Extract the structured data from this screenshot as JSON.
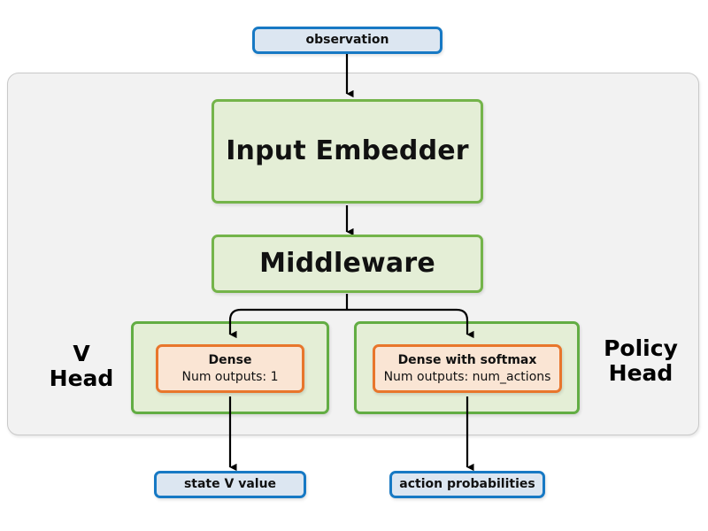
{
  "diagram": {
    "title": "",
    "colors": {
      "background": "#ffffff",
      "panel_fill": "#f2f2f2",
      "panel_border": "#c9c9c9",
      "io_fill": "#dce6f1",
      "io_border": "#1779c4",
      "green_fill": "#e4eed6",
      "green_border": "#74b44a",
      "group_border": "#62ad43",
      "orange_fill": "#fae5d4",
      "orange_border": "#e8762c",
      "arrow": "#000000"
    },
    "inputs": [
      {
        "id": "observation",
        "label": "observation"
      }
    ],
    "stages": [
      {
        "id": "input-embedder",
        "label": "Input Embedder"
      },
      {
        "id": "middleware",
        "label": "Middleware"
      }
    ],
    "heads": [
      {
        "id": "v-head",
        "caption": "V\nHead",
        "node": {
          "id": "dense",
          "title": "Dense",
          "subtitle": "Num outputs: 1"
        },
        "output": {
          "id": "state-v-value",
          "label": "state V value"
        }
      },
      {
        "id": "policy-head",
        "caption": "Policy\nHead",
        "node": {
          "id": "dense-with-softmax",
          "title": "Dense with softmax",
          "subtitle": "Num outputs: num_actions"
        },
        "output": {
          "id": "action-probabilities",
          "label": "action probabilities"
        }
      }
    ]
  }
}
